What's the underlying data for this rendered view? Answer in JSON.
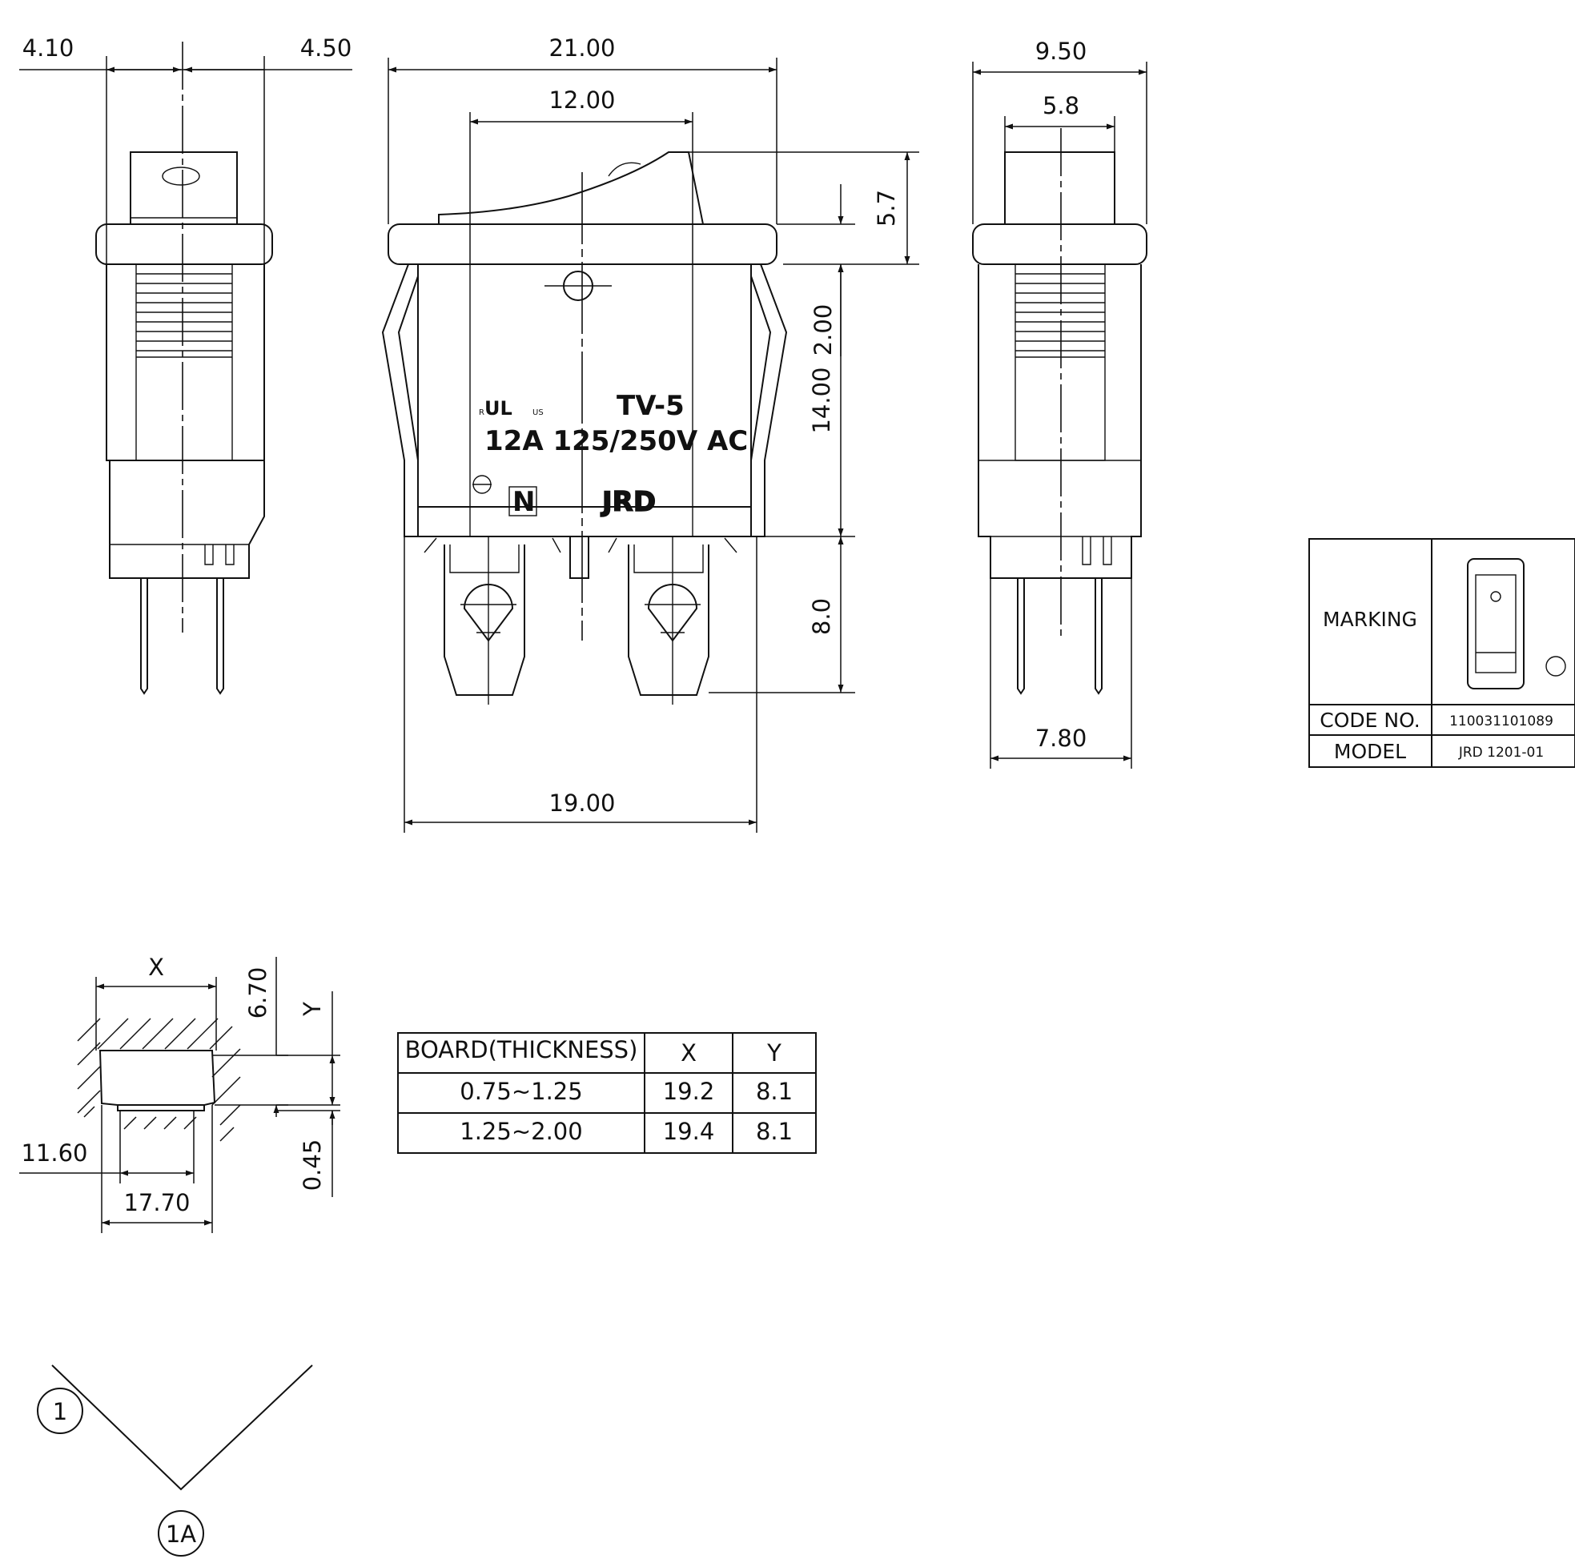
{
  "side_view_left": {
    "dim_left": "4.10",
    "dim_right": "4.50"
  },
  "front_view": {
    "dim_overall_width": "21.00",
    "dim_actuator_width": "12.00",
    "dim_rocker_height": "5.7",
    "dim_bezel": "2.00",
    "dim_body_height": "14.00",
    "dim_terminal_length": "8.0",
    "dim_body_width": "19.00",
    "marking_model": "TV-5",
    "marking_rating": "12A 125/250V AC",
    "marking_n": "N",
    "marking_brand": "JRD",
    "ul_mark": "UL"
  },
  "side_view_right": {
    "dim_overall": "9.50",
    "dim_actuator": "5.8",
    "dim_terminal_span": "7.80"
  },
  "panel_cutout": {
    "dim_x": "X",
    "dim_y": "Y",
    "dim_670": "6.70",
    "dim_045": "0.45",
    "dim_1160": "11.60",
    "dim_1770": "17.70"
  },
  "board_table": {
    "headers": [
      "BOARD(THICKNESS)",
      "X",
      "Y"
    ],
    "rows": [
      [
        "0.75~1.25",
        "19.2",
        "8.1"
      ],
      [
        "1.25~2.00",
        "19.4",
        "8.1"
      ]
    ]
  },
  "title_block": {
    "marking_label": "MARKING",
    "code_label": "CODE NO.",
    "code_value": "110031101089",
    "model_label": "MODEL",
    "model_value": "JRD 1201-01"
  },
  "circuit": {
    "terminal_1": "1",
    "terminal_1a": "1A"
  }
}
